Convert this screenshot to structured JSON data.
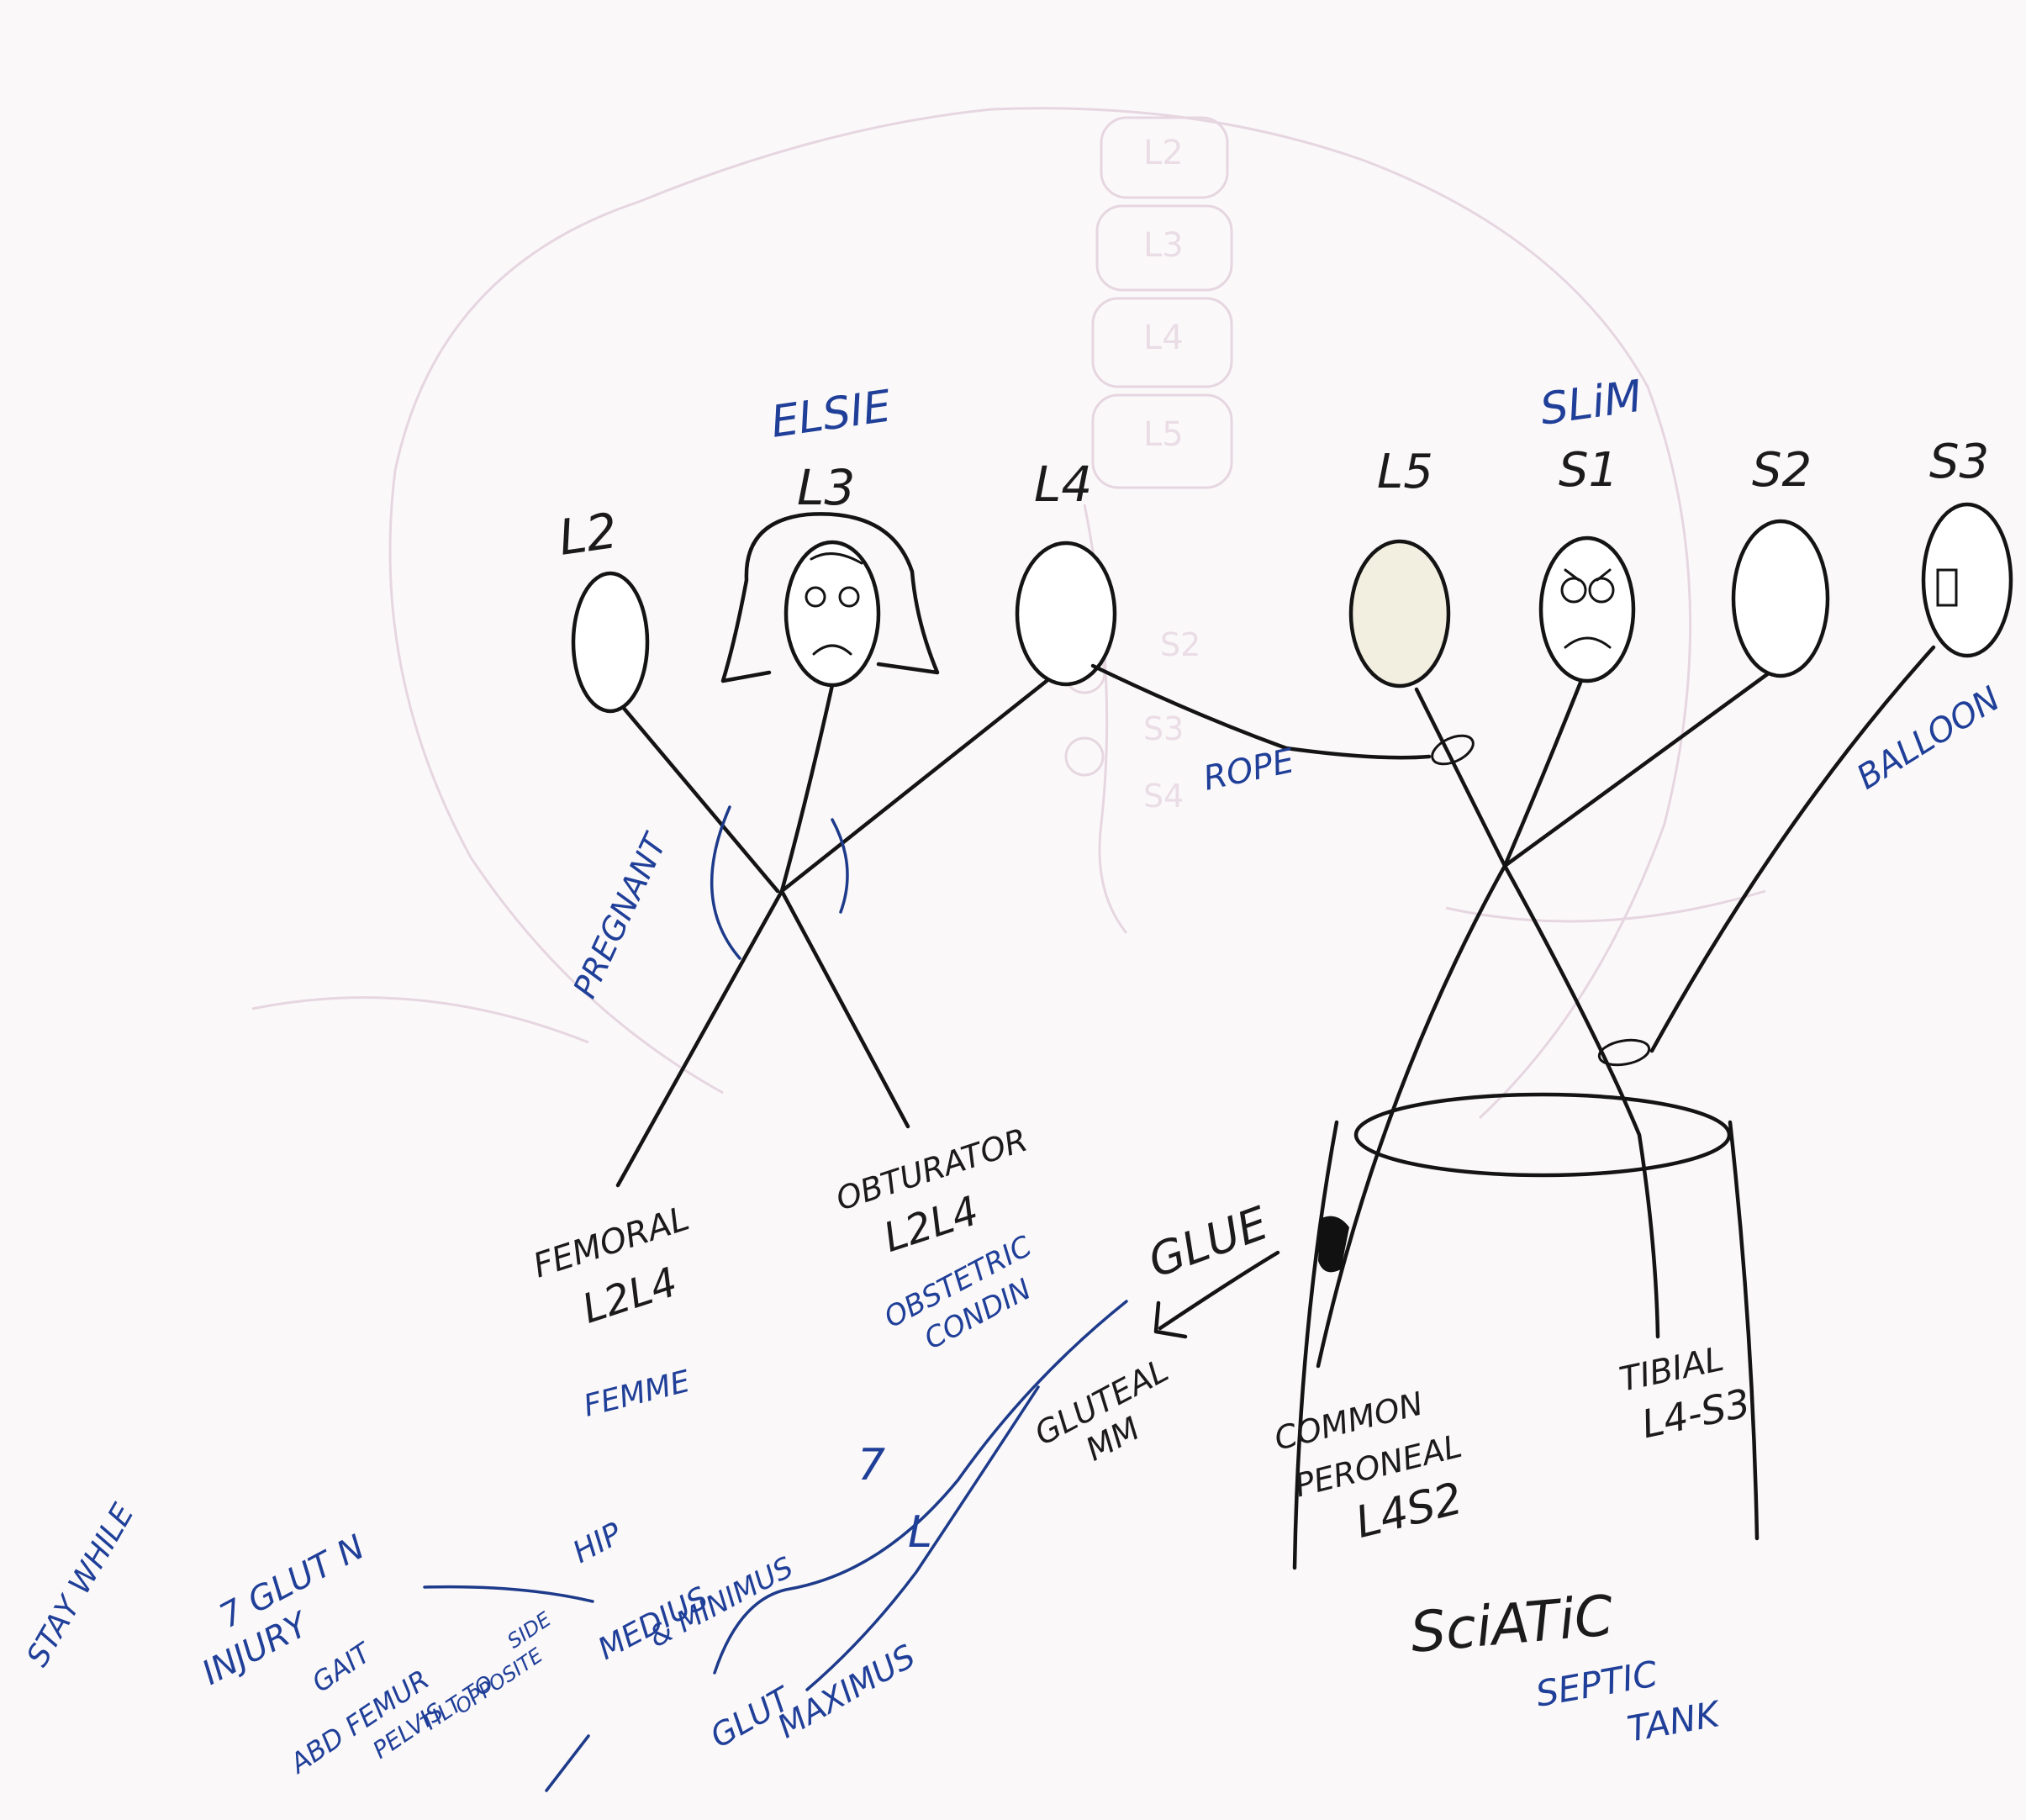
{
  "characters": {
    "elsie": "ELSIE",
    "slim": "SLiM"
  },
  "roots": {
    "l2": "L2",
    "l3": "L3",
    "l4": "L4",
    "l5": "L5",
    "s1": "S1",
    "s2": "S2",
    "s3": "S3"
  },
  "ghost_spine": [
    "L2",
    "L3",
    "L4",
    "L5",
    "S2",
    "S3",
    "S4"
  ],
  "black_labels": {
    "femoral": [
      "FEMORAL",
      "L2L4"
    ],
    "obturator": [
      "OBTURATOR",
      "L2L4"
    ],
    "glue": "GLUE",
    "gluteal_mm": [
      "GLUTEAL",
      "MM"
    ],
    "common_peroneal": [
      "COMMON",
      "PERONEAL",
      "L4S2"
    ],
    "tibial": [
      "TIBIAL",
      "L4-S3"
    ],
    "sciatic": "SciATiC"
  },
  "blue_labels": {
    "pregnant": "PREGNANT",
    "rope": "ROPE",
    "balloon": "BALLOON",
    "femme": "FEMME",
    "obstetric": [
      "OBSTETRIC",
      "CONDIN"
    ],
    "septic_tank": [
      "SEPTIC",
      "TANK"
    ],
    "stay_while": "STAY WHILE",
    "injury": [
      "INJURY",
      "7 GLUT N"
    ],
    "hip": "HIP",
    "medius": [
      "MEDIUS",
      "& MINIMUS"
    ],
    "arrows": [
      "7",
      "L"
    ],
    "glut_maximus": [
      "GLUT",
      "MAXIMUS"
    ],
    "abd": [
      "ABD FEMUR",
      "GAIT",
      "PELVIS",
      "TILT TO",
      "OPPOSITE",
      "SIDE"
    ]
  }
}
